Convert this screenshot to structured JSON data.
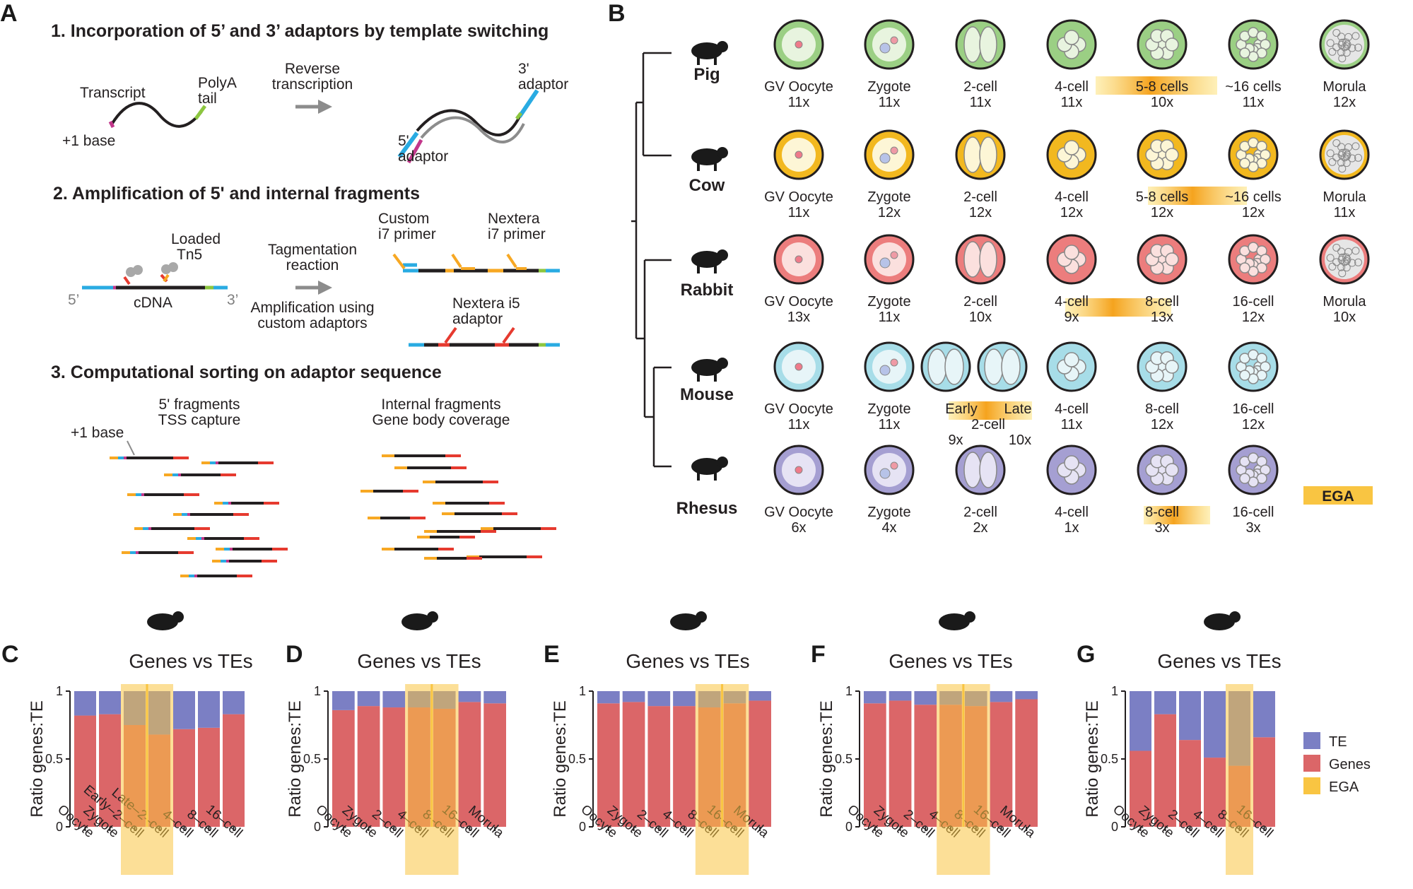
{
  "panel_a": {
    "letter": "A",
    "step1": {
      "title": "1. Incorporation of 5’ and 3’ adaptors by template switching",
      "transcript": "Transcript",
      "polya_line1": "PolyA",
      "polya_line2": "tail",
      "plus1": "+1 base",
      "rt_line1": "Reverse",
      "rt_line2": "transcription",
      "three_line1": "3'",
      "three_line2": "adaptor",
      "five_line1": "5'",
      "five_line2": "adaptor"
    },
    "step2": {
      "title": "2. Amplification of 5' and internal fragments",
      "loaded_line1": "Loaded",
      "loaded_line2": "Tn5",
      "five_end": "5’",
      "three_end": "3’",
      "cdna": "cDNA",
      "tag_line1": "Tagmentation",
      "tag_line2": "reaction",
      "amp_line1": "Amplification using",
      "amp_line2": "custom adaptors",
      "custom_line1": "Custom",
      "custom_line2": "i7 primer",
      "nextera7_line1": "Nextera",
      "nextera7_line2": "i7 primer",
      "nextera5_line1": "Nextera i5",
      "nextera5_line2": "adaptor"
    },
    "step3": {
      "title": "3. Computational sorting on adaptor sequence",
      "left_line1": "5' fragments",
      "left_line2": "TSS capture",
      "right_line1": "Internal fragments",
      "right_line2": "Gene body coverage",
      "plus1": "+1 base"
    }
  },
  "panel_b": {
    "letter": "B",
    "ega_label": "EGA",
    "species": [
      {
        "name": "Pig",
        "color": "#9bcf84",
        "light": "#e8f4df",
        "stages": [
          [
            "GV Oocyte",
            "11x"
          ],
          [
            "Zygote",
            "11x"
          ],
          [
            "2-cell",
            "11x"
          ],
          [
            "4-cell",
            "11x"
          ],
          [
            "5-8 cells",
            "10x"
          ],
          [
            "~16 cells",
            "11x"
          ],
          [
            "Morula",
            "12x"
          ]
        ]
      },
      {
        "name": "Cow",
        "color": "#f2b81f",
        "light": "#fdf6d6",
        "stages": [
          [
            "GV Oocyte",
            "11x"
          ],
          [
            "Zygote",
            "12x"
          ],
          [
            "2-cell",
            "12x"
          ],
          [
            "4-cell",
            "12x"
          ],
          [
            "5-8 cells",
            "12x"
          ],
          [
            "~16 cells",
            "12x"
          ],
          [
            "Morula",
            "11x"
          ]
        ]
      },
      {
        "name": "Rabbit",
        "color": "#ec7d7d",
        "light": "#fbe0de",
        "stages": [
          [
            "GV Oocyte",
            "13x"
          ],
          [
            "Zygote",
            "11x"
          ],
          [
            "2-cell",
            "10x"
          ],
          [
            "4-cell",
            "9x"
          ],
          [
            "8-cell",
            "13x"
          ],
          [
            "16-cell",
            "12x"
          ],
          [
            "Morula",
            "10x"
          ]
        ]
      },
      {
        "name": "Mouse",
        "color": "#a7dde8",
        "light": "#e7f5f8",
        "stages": [
          [
            "GV Oocyte",
            "11x"
          ],
          [
            "Zygote",
            "11x"
          ],
          [
            "2-cell",
            ""
          ],
          [
            "4-cell",
            "11x"
          ],
          [
            "8-cell",
            "12x"
          ],
          [
            "16-cell",
            "12x"
          ]
        ],
        "mouse_two_cell": {
          "early": "Early",
          "late": "Late",
          "early_n": "9x",
          "late_n": "10x"
        }
      },
      {
        "name": "Rhesus",
        "color": "#a59fd2",
        "light": "#e6e3f4",
        "stages": [
          [
            "GV Oocyte",
            "6x"
          ],
          [
            "Zygote",
            "4x"
          ],
          [
            "2-cell",
            "2x"
          ],
          [
            "4-cell",
            "1x"
          ],
          [
            "8-cell",
            "3x"
          ],
          [
            "16-cell",
            "3x"
          ]
        ]
      }
    ]
  },
  "legend": {
    "te": "TE",
    "genes": "Genes",
    "ega": "EGA"
  },
  "colors": {
    "te": "#7b7fc4",
    "genes": "#db6668",
    "ega": "#f9c542"
  },
  "chart_data": [
    {
      "panel": "C",
      "species": "Mouse",
      "type": "bar",
      "title": "Genes vs TEs",
      "ylabel": "Ratio genes:TE",
      "ylim": [
        0,
        1
      ],
      "yticks": [
        "0",
        "0.5",
        "1"
      ],
      "categories": [
        "Oocyte",
        "Zygote",
        "Early–2–cell",
        "Late–2–cell",
        "4–cell",
        "8–cell",
        "16–cell"
      ],
      "series": [
        {
          "name": "Genes",
          "values": [
            0.82,
            0.83,
            0.75,
            0.68,
            0.72,
            0.73,
            0.83
          ]
        },
        {
          "name": "TE",
          "values": [
            0.18,
            0.17,
            0.25,
            0.32,
            0.28,
            0.27,
            0.17
          ]
        }
      ],
      "ega": [
        "Early–2–cell",
        "Late–2–cell"
      ]
    },
    {
      "panel": "D",
      "species": "Pig",
      "type": "bar",
      "title": "Genes vs TEs",
      "ylabel": "Ratio genes:TE",
      "ylim": [
        0,
        1
      ],
      "yticks": [
        "0",
        "0.5",
        "1"
      ],
      "categories": [
        "Oocyte",
        "Zygote",
        "2–cell",
        "4–cell",
        "8–cell",
        "16–cell",
        "Morula"
      ],
      "series": [
        {
          "name": "Genes",
          "values": [
            0.86,
            0.89,
            0.88,
            0.88,
            0.87,
            0.92,
            0.91
          ]
        },
        {
          "name": "TE",
          "values": [
            0.14,
            0.11,
            0.12,
            0.12,
            0.13,
            0.08,
            0.09
          ]
        }
      ],
      "ega": [
        "4–cell",
        "8–cell"
      ]
    },
    {
      "panel": "E",
      "species": "Cow",
      "type": "bar",
      "title": "Genes vs TEs",
      "ylabel": "Ratio genes:TE",
      "ylim": [
        0,
        1
      ],
      "yticks": [
        "0",
        "0.5",
        "1"
      ],
      "categories": [
        "Oocyte",
        "Zygote",
        "2–cell",
        "4–cell",
        "8–cell",
        "16–cell",
        "Morula"
      ],
      "series": [
        {
          "name": "Genes",
          "values": [
            0.91,
            0.92,
            0.89,
            0.89,
            0.88,
            0.91,
            0.93
          ]
        },
        {
          "name": "TE",
          "values": [
            0.09,
            0.08,
            0.11,
            0.11,
            0.12,
            0.09,
            0.07
          ]
        }
      ],
      "ega": [
        "8–cell",
        "16–cell"
      ]
    },
    {
      "panel": "F",
      "species": "Rabbit",
      "type": "bar",
      "title": "Genes vs TEs",
      "ylabel": "Ratio genes:TE",
      "ylim": [
        0,
        1
      ],
      "yticks": [
        "0",
        "0.5",
        "1"
      ],
      "categories": [
        "Oocyte",
        "Zygote",
        "2–cell",
        "4–cell",
        "8–cell",
        "16–cell",
        "Morula"
      ],
      "series": [
        {
          "name": "Genes",
          "values": [
            0.91,
            0.93,
            0.9,
            0.9,
            0.89,
            0.92,
            0.94
          ]
        },
        {
          "name": "TE",
          "values": [
            0.09,
            0.07,
            0.1,
            0.1,
            0.11,
            0.08,
            0.06
          ]
        }
      ],
      "ega": [
        "4–cell",
        "8–cell"
      ]
    },
    {
      "panel": "G",
      "species": "Rhesus",
      "type": "bar",
      "title": "Genes vs TEs",
      "ylabel": "Ratio genes:TE",
      "ylim": [
        0,
        1
      ],
      "yticks": [
        "0",
        "0.5",
        "1"
      ],
      "categories": [
        "Oocyte",
        "Zygote",
        "2–cell",
        "4–cell",
        "8–cell",
        "16–cell"
      ],
      "series": [
        {
          "name": "Genes",
          "values": [
            0.56,
            0.83,
            0.64,
            0.51,
            0.45,
            0.66
          ]
        },
        {
          "name": "TE",
          "values": [
            0.44,
            0.17,
            0.36,
            0.49,
            0.55,
            0.34
          ]
        }
      ],
      "ega": [
        "8–cell"
      ]
    }
  ]
}
